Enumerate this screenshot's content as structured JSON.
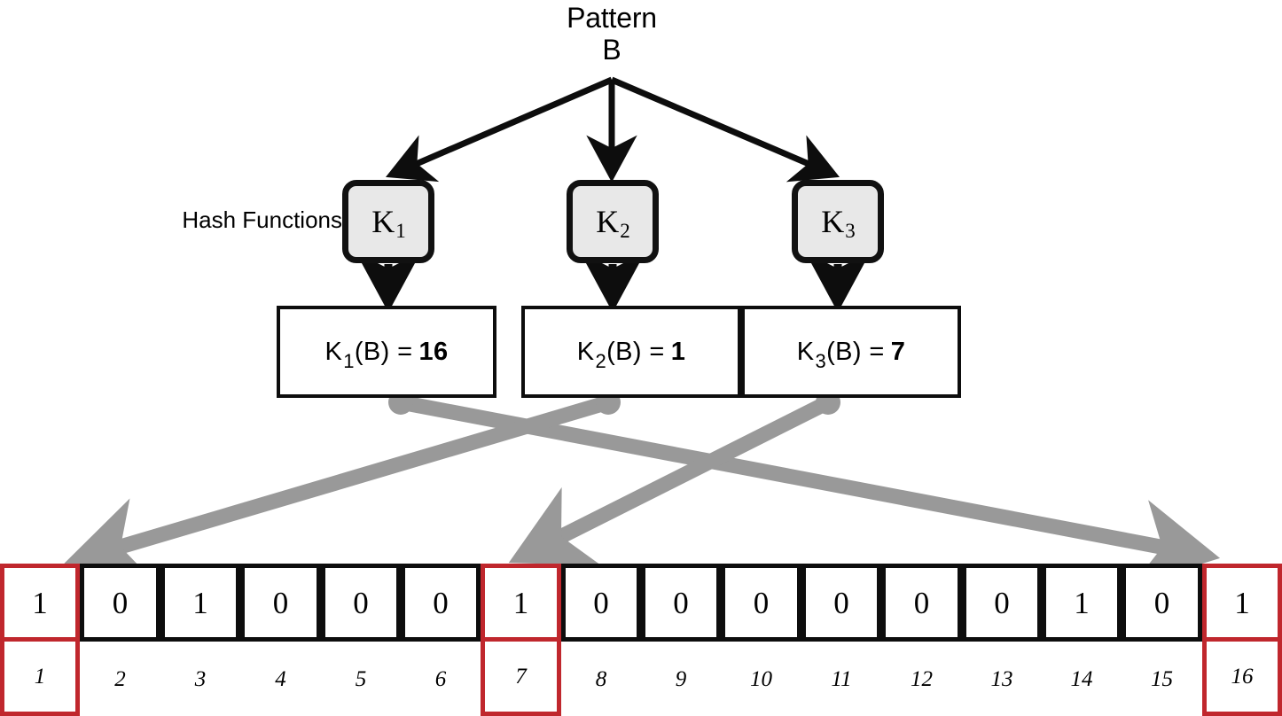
{
  "diagram": {
    "title_lines": [
      "Pattern",
      "B"
    ],
    "hash_functions_label": "Hash Functions",
    "colors": {
      "highlight_red": "#c0272d",
      "connector_gray": "#999999",
      "hash_box_fill": "#e8e8e8",
      "outline_black": "#0d0d0d"
    },
    "hash_boxes": [
      {
        "base": "K",
        "sub": "1"
      },
      {
        "base": "K",
        "sub": "2"
      },
      {
        "base": "K",
        "sub": "3"
      }
    ],
    "results": [
      {
        "fn": "K",
        "sub": "1",
        "arg": "(B)",
        "eq": "=",
        "value": "16"
      },
      {
        "fn": "K",
        "sub": "2",
        "arg": "(B)",
        "eq": "=",
        "value": "1"
      },
      {
        "fn": "K",
        "sub": "3",
        "arg": "(B)",
        "eq": "=",
        "value": "7"
      }
    ],
    "bit_array": {
      "bits": [
        "1",
        "0",
        "1",
        "0",
        "0",
        "0",
        "1",
        "0",
        "0",
        "0",
        "0",
        "0",
        "0",
        "1",
        "0",
        "1"
      ],
      "indices": [
        "1",
        "2",
        "3",
        "4",
        "5",
        "6",
        "7",
        "8",
        "9",
        "10",
        "11",
        "12",
        "13",
        "14",
        "15",
        "16"
      ],
      "highlighted_indices": [
        1,
        7,
        16
      ]
    }
  }
}
